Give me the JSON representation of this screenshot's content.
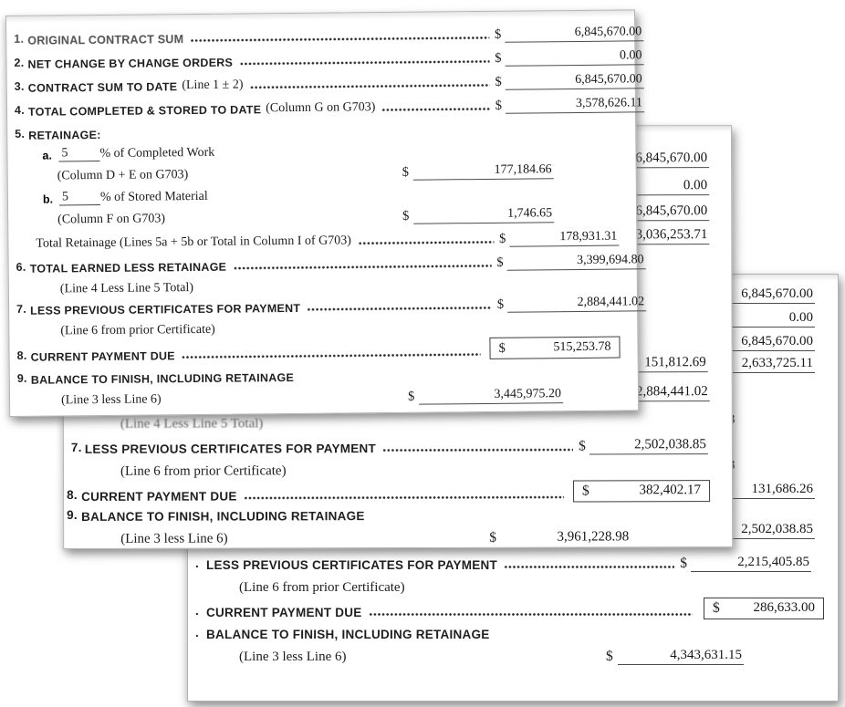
{
  "currency": "$",
  "page1": {
    "line1": {
      "num": "1.",
      "label": "ORIGINAL CONTRACT SUM",
      "amount": "6,845,670.00"
    },
    "line2": {
      "num": "2.",
      "label": "NET CHANGE BY CHANGE ORDERS",
      "amount": "0.00"
    },
    "line3": {
      "num": "3.",
      "label": "CONTRACT SUM TO DATE",
      "note": "(Line 1 ± 2)",
      "amount": "6,845,670.00"
    },
    "line4": {
      "num": "4.",
      "label": "TOTAL COMPLETED & STORED TO DATE",
      "note": "(Column G on G703)",
      "amount": "3,578,626.11"
    },
    "line5": {
      "num": "5.",
      "label": "RETAINAGE:"
    },
    "line5a": {
      "letter": "a.",
      "percent": "5",
      "text": "% of Completed Work",
      "note": "(Column D + E on G703)",
      "amount": "177,184.66"
    },
    "line5b": {
      "letter": "b.",
      "percent": "5",
      "text": "% of Stored Material",
      "note": "(Column F on G703)",
      "amount": "1,746.65"
    },
    "total_retainage": {
      "label": "Total Retainage (Lines 5a + 5b or Total in Column I of G703)",
      "amount": "178,931.31"
    },
    "line6": {
      "num": "6.",
      "label": "TOTAL EARNED LESS RETAINAGE",
      "amount": "3,399,694.80",
      "sub": "(Line 4 Less Line 5 Total)"
    },
    "line7": {
      "num": "7.",
      "label": "LESS PREVIOUS CERTIFICATES FOR PAYMENT",
      "amount": "2,884,441.02",
      "sub": "(Line 6 from prior Certificate)"
    },
    "line8": {
      "num": "8.",
      "label": "CURRENT PAYMENT DUE",
      "amount": "515,253.78"
    },
    "line9": {
      "num": "9.",
      "label": "BALANCE TO FINISH, INCLUDING RETAINAGE",
      "sub": "(Line 3 less Line 6)",
      "amount": "3,445,975.20"
    }
  },
  "page2": {
    "line1_amount": "6,845,670.00",
    "line2_amount": "0.00",
    "line3_amount": "6,845,670.00",
    "line4_amount": "3,036,253.71",
    "total_retainage_amount": "151,812.69",
    "line6_amount": "2,884,441.02",
    "line6_sub": "(Line 4 Less Line 5 Total)",
    "line7": {
      "num": "7.",
      "label": "LESS PREVIOUS CERTIFICATES FOR PAYMENT",
      "amount": "2,502,038.85",
      "sub": "(Line 6 from prior Certificate)"
    },
    "line8": {
      "num": "8.",
      "label": "CURRENT PAYMENT DUE",
      "amount": "382,402.17"
    },
    "line9": {
      "num": "9.",
      "label": "BALANCE TO FINISH, INCLUDING RETAINAGE",
      "sub": "(Line 3 less Line 6)",
      "amount": "3,961,228.98"
    }
  },
  "page3": {
    "line1_amount": "6,845,670.00",
    "line2_amount": "0.00",
    "line3_amount": "6,845,670.00",
    "line4_amount": "2,633,725.11",
    "partial_a": "3",
    "partial_b": "3",
    "total_retainage_amount": "131,686.26",
    "line6_amount": "2,502,038.85",
    "line7": {
      "num": ".",
      "label": "LESS PREVIOUS CERTIFICATES FOR PAYMENT",
      "amount": "2,215,405.85",
      "sub": "(Line 6 from prior Certificate)"
    },
    "line8": {
      "num": ".",
      "label": "CURRENT PAYMENT DUE",
      "amount": "286,633.00"
    },
    "line9": {
      "num": ".",
      "label": "BALANCE TO FINISH, INCLUDING RETAINAGE",
      "sub": "(Line 3 less Line 6)",
      "amount": "4,343,631.15"
    }
  }
}
